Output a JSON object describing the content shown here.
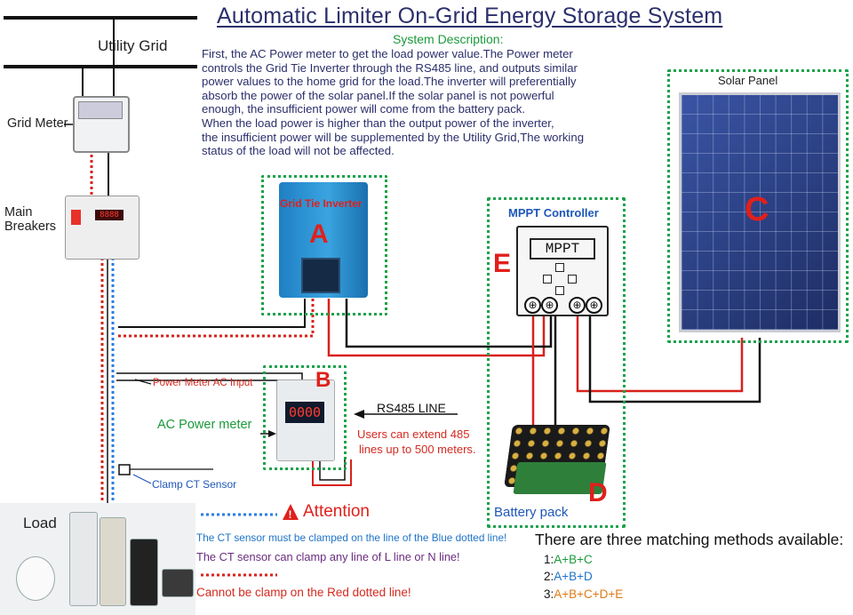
{
  "title": "Automatic Limiter On-Grid Energy Storage System",
  "description": {
    "heading": "System Description:",
    "lines": [
      "First, the AC Power meter to get the load power value.The Power meter",
      "controls the Grid Tie Inverter through the RS485 line, and outputs similar",
      "power values to the home grid for the load.The inverter will preferentially",
      "absorb the power of the solar panel.If the solar panel is not powerful",
      "enough, the insufficient power will come from the battery pack.",
      "When the load power is higher than the output power of the inverter,",
      "the insufficient power will be supplemented by the Utility Grid,The working",
      " status of the load will not be affected."
    ]
  },
  "labels": {
    "utility_grid": "Utility  Grid",
    "grid_meter": "Grid Meter",
    "main_breakers_1": "Main",
    "main_breakers_2": "Breakers",
    "grid_tie_inverter": "Grid Tie Inverter",
    "mppt_controller": "MPPT Controller",
    "mppt_screen": "MPPT",
    "solar_panel": "Solar Panel",
    "power_meter_ac_input": "Power Meter AC Input",
    "ac_power_meter": "AC Power meter",
    "meter_display": "0000",
    "rs485_line": "RS485 LINE",
    "rs485_note_1": "Users can extend 485",
    "rs485_note_2": "lines up to 500 meters.",
    "clamp_ct_sensor": "Clamp CT Sensor",
    "battery_pack": "Battery pack",
    "load": "Load"
  },
  "letters": {
    "a": "A",
    "b": "B",
    "c": "C",
    "d": "D",
    "e": "E"
  },
  "attention": {
    "title": "Attention",
    "blue_dots": "..........",
    "red_dots": "..........",
    "line1": "The CT sensor must be clamped on the line of the Blue dotted line!",
    "line2": "The CT sensor can clamp any line of L line or N line!",
    "line3": "Cannot be clamp on the Red dotted line!"
  },
  "methods": {
    "title": "There are three matching methods available:",
    "items": [
      {
        "label": "1:",
        "value": "A+B+C",
        "color": "#1a9a3a"
      },
      {
        "label": "2:",
        "value": "A+B+D",
        "color": "#1e73c8"
      },
      {
        "label": "3:",
        "value": "A+B+C+D+E",
        "color": "#e07a14"
      }
    ]
  },
  "colors": {
    "green_box": "#1aa34a",
    "red_letter": "#e0201b",
    "wire_red": "#d8211b",
    "wire_black": "#111111",
    "dotted_blue": "#2a7de1",
    "dotted_red": "#e0201b"
  }
}
